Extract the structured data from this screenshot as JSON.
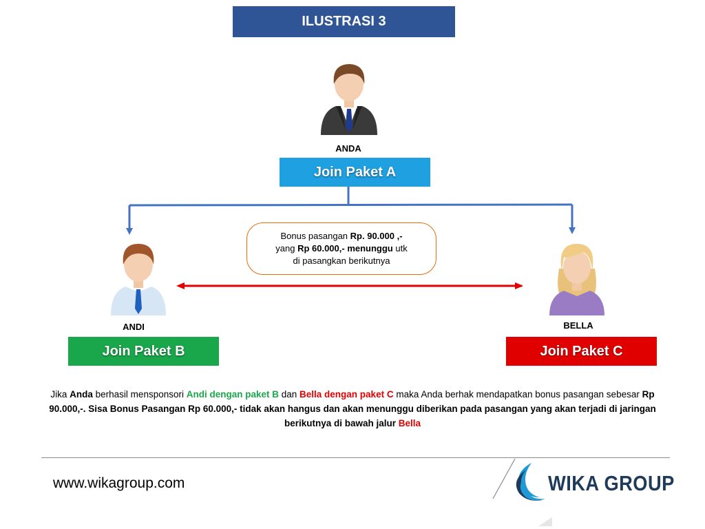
{
  "title": "ILUSTRASI 3",
  "people": {
    "top": {
      "name": "ANDA",
      "package": "Join Paket A",
      "package_color": "#1fa0e0"
    },
    "left": {
      "name": "ANDI",
      "package": "Join Paket B",
      "package_color": "#1aa64a"
    },
    "right": {
      "name": "BELLA",
      "package": "Join Paket C",
      "package_color": "#e00000"
    }
  },
  "bonus_box": {
    "line1_a": "Bonus pasangan ",
    "line1_b": "Rp. 90.000 ,-",
    "line2_a": "yang ",
    "line2_b": "Rp 60.000,- menunggu",
    "line2_c": " utk",
    "line3": "di pasangkan berikutnya"
  },
  "description": {
    "p1": "Jika ",
    "p2": "Anda",
    "p3": " berhasil mensponsori ",
    "p4": "Andi dengan paket B",
    "p5": " dan ",
    "p6": "Bella dengan paket C",
    "p7": " maka Anda berhak mendapatkan bonus pasangan sebesar ",
    "p8": "Rp 90.000,-. Sisa Bonus Pasangan Rp 60.000,- tidak akan hangus dan akan menunggu diberikan pada pasangan yang akan terjadi di jaringan berikutnya di bawah jalur ",
    "p9": "Bella"
  },
  "footer": {
    "url": "www.wikagroup.com",
    "brand": "WIKA GROUP"
  },
  "colors": {
    "title_bg": "#2f5597",
    "connector": "#4472c4",
    "pair_arrow": "#e00000",
    "bonus_border": "#e46c0a"
  }
}
